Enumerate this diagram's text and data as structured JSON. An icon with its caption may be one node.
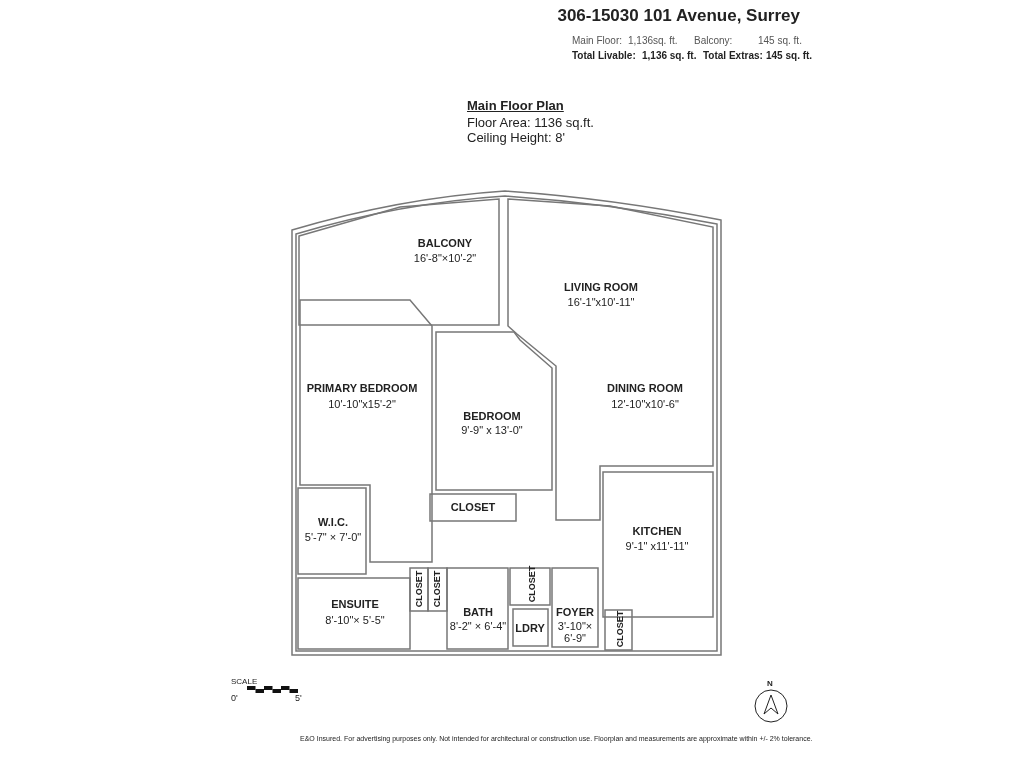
{
  "diagram": {
    "title": "306-15030 101 Avenue, Surrey",
    "nodes": [
      {
        "text": [
          "BALCONY",
          "16'-8\"×10'-2\""
        ]
      },
      {
        "text": [
          "LIVING ROOM",
          "16'-1\"x10'-11\"",
          "DINING ROOM",
          "12'-10\"x10'-6\""
        ]
      },
      {
        "text": [
          "PRIMARY BEDROOM",
          "10'-10\"x15'-2\""
        ]
      },
      {
        "text": [
          "BEDROOM",
          "9'-9\" x 13'-0\""
        ]
      },
      {
        "text": [
          "CLOSET"
        ]
      },
      {
        "text": [
          "W.I.C.",
          "5'-7\" × 7'-0\""
        ]
      },
      {
        "text": [
          "KITCHEN",
          "9'-1\" x11'-11\""
        ]
      },
      {
        "text": [
          "ENSUITE",
          "8'-10\"× 5'-5\""
        ]
      },
      {
        "text": [
          "CLOSET"
        ]
      },
      {
        "text": [
          "CLOSET"
        ]
      },
      {
        "text": [
          "BATH",
          "8'-2\" × 6'-4\""
        ]
      },
      {
        "text": [
          "CLOSET"
        ]
      },
      {
        "text": [
          "LDRY"
        ]
      },
      {
        "text": [
          "FOYER",
          "3'-10\"× 6'-9\""
        ]
      },
      {
        "text": [
          "CLOSET"
        ]
      }
    ],
    "labels": [
      "Main Floor:",
      "1,136sq. ft.",
      "Balcony:",
      "145 sq. ft.",
      "Total Livable:",
      "1,136 sq. ft.",
      "Total Extras:",
      "145 sq. ft.",
      "Main Floor Plan",
      "Floor Area: 1136 sq.ft.",
      "Ceiling Height: 8'",
      "SCALE",
      "0'",
      "5'",
      "N",
      "E&O Insured. For advertising purposes only. Not intended for architectural or construction use. Floorplan and measurements are approximate within +/- 2% tolerance."
    ]
  }
}
